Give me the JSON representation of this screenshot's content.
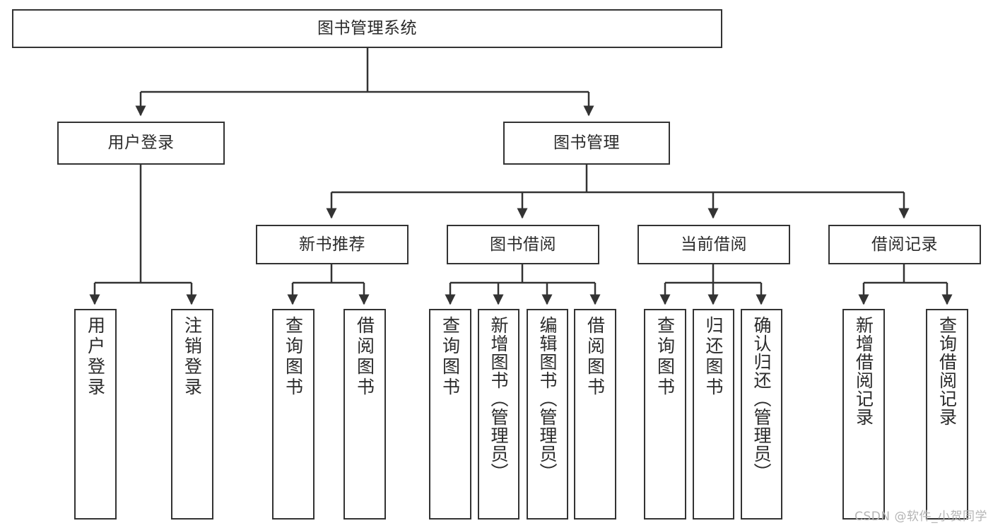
{
  "diagram": {
    "title": "图书管理系统",
    "type": "tree-hierarchy",
    "orientation": "top-down",
    "colors": {
      "border": "#333333",
      "fill": "#ffffff",
      "text": "#2b2b2b",
      "connector": "#333333",
      "watermark": "#b4b4b4"
    }
  },
  "root": {
    "label": "图书管理系统"
  },
  "level2": [
    {
      "label": "用户登录"
    },
    {
      "label": "图书管理"
    }
  ],
  "level3": [
    {
      "label": "新书推荐"
    },
    {
      "label": "图书借阅"
    },
    {
      "label": "当前借阅"
    },
    {
      "label": "借阅记录"
    }
  ],
  "leaves": {
    "user_login": [
      {
        "label": "用户登录"
      },
      {
        "label": "注销登录"
      }
    ],
    "new_book_recommend": [
      {
        "label": "查询图书"
      },
      {
        "label": "借阅图书"
      }
    ],
    "book_borrow": [
      {
        "label": "查询图书"
      },
      {
        "label": "新增图书（管理员）"
      },
      {
        "label": "编辑图书（管理员）"
      },
      {
        "label": "借阅图书"
      }
    ],
    "current_borrow": [
      {
        "label": "查询图书"
      },
      {
        "label": "归还图书"
      },
      {
        "label": "确认归还（管理员）"
      }
    ],
    "borrow_record": [
      {
        "label": "新增借阅记录"
      },
      {
        "label": "查询借阅记录"
      }
    ]
  },
  "watermark": {
    "text": "CSDN @软件_小贺同学"
  }
}
